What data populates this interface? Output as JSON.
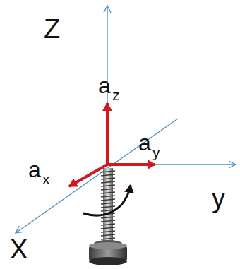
{
  "diagram": {
    "labels": [
      "Z",
      "y",
      "X",
      "a",
      "z",
      "a",
      "y",
      "a",
      "x"
    ]
  }
}
